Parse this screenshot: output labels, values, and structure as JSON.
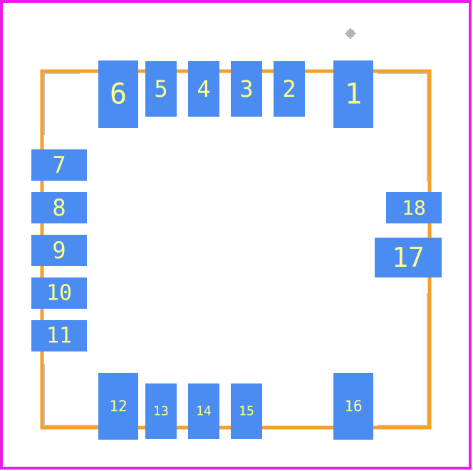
{
  "colors": {
    "background": "#ffffff",
    "board_outline": "#e81ee8",
    "component_outline": "#f5a02a",
    "silkscreen": "#c0c0c0",
    "pad": "#4a8cf2",
    "pad_label": "#ffff88"
  },
  "origin_marker_icon": "crosshair-origin-icon",
  "pads": [
    {
      "label": "1"
    },
    {
      "label": "2"
    },
    {
      "label": "3"
    },
    {
      "label": "4"
    },
    {
      "label": "5"
    },
    {
      "label": "6"
    },
    {
      "label": "7"
    },
    {
      "label": "8"
    },
    {
      "label": "9"
    },
    {
      "label": "10"
    },
    {
      "label": "11"
    },
    {
      "label": "12"
    },
    {
      "label": "13"
    },
    {
      "label": "14"
    },
    {
      "label": "15"
    },
    {
      "label": "16"
    },
    {
      "label": "17"
    },
    {
      "label": "18"
    }
  ]
}
